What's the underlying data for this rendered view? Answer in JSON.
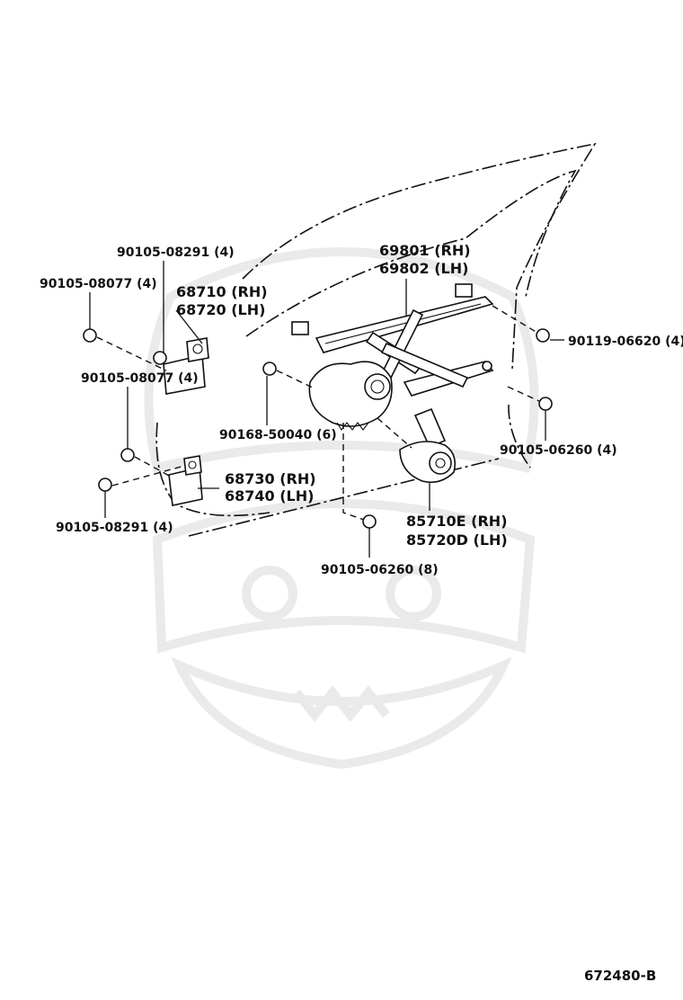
{
  "diagram": {
    "labels": {
      "bolt_top_left_upper": "90105-08291 (4)",
      "bolt_top_left": "90105-08077 (4)",
      "hinge_upper_rh": "68710 (RH)",
      "hinge_upper_lh": "68720 (LH)",
      "regulator_rh": "69801 (RH)",
      "regulator_lh": "69802 (LH)",
      "bolt_right_upper": "90119-06620 (4)",
      "bolt_mid_left": "90105-08077 (4)",
      "bolt_center": "90168-50040 (6)",
      "bolt_right_lower": "90105-06260 (4)",
      "hinge_lower_rh": "68730 (RH)",
      "hinge_lower_lh": "68740 (LH)",
      "bolt_bottom_left": "90105-08291 (4)",
      "motor_rh": "85710E (RH)",
      "motor_lh": "85720D (LH)",
      "bolt_bottom_center": "90105-06260 (8)"
    },
    "reference_code": "672480-B"
  }
}
